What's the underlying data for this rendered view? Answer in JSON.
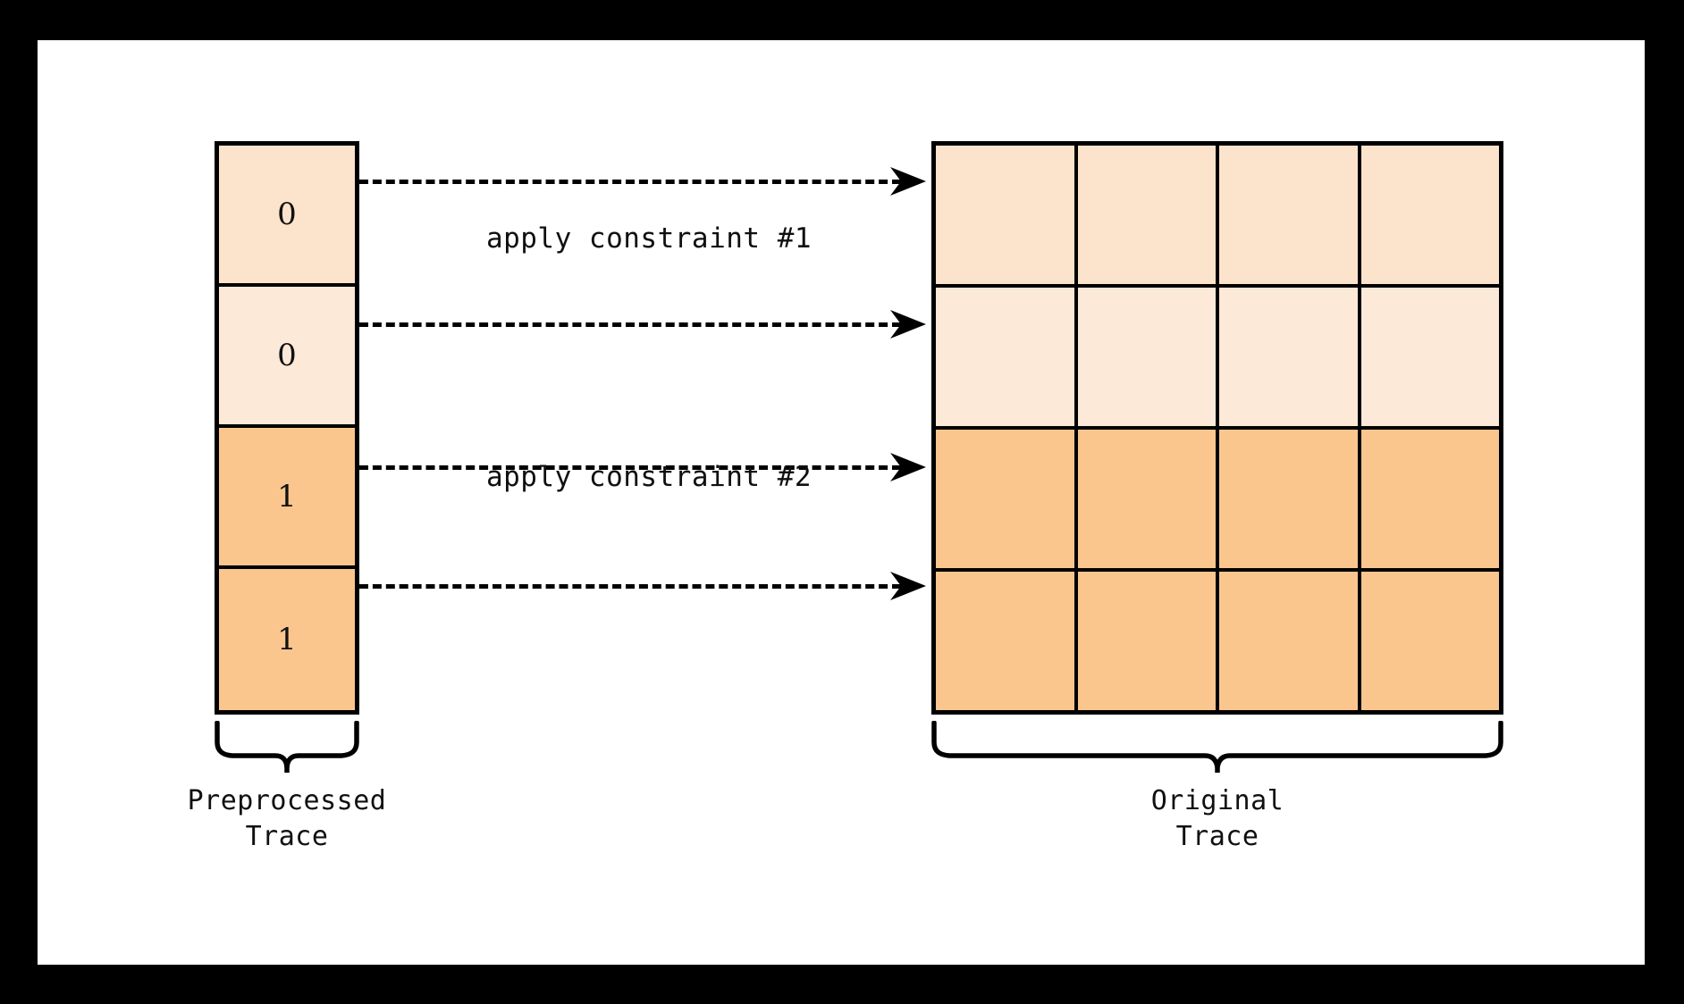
{
  "diagram": {
    "title": "Preprocessed trace to original trace constraint mapping",
    "background_color": "#ffffff",
    "frame_color": "#000000",
    "line_color": "#000000"
  },
  "preprocessed_trace": {
    "caption_line1": "Preprocessed",
    "caption_line2": "Trace",
    "rows": [
      {
        "value": "0",
        "fill": "#FCE3CB"
      },
      {
        "value": "0",
        "fill": "#FDE9D8"
      },
      {
        "value": "1",
        "fill": "#FBC68E"
      },
      {
        "value": "1",
        "fill": "#FBC68E"
      }
    ]
  },
  "original_trace": {
    "caption_line1": "Original",
    "caption_line2": "Trace",
    "columns": 4,
    "rows": [
      {
        "fill": "#FCE3CB",
        "cells": [
          "",
          "",
          "",
          ""
        ]
      },
      {
        "fill": "#FDE9D8",
        "cells": [
          "",
          "",
          "",
          ""
        ]
      },
      {
        "fill": "#FBC68E",
        "cells": [
          "",
          "",
          "",
          ""
        ]
      },
      {
        "fill": "#FBC68E",
        "cells": [
          "",
          "",
          "",
          ""
        ]
      }
    ]
  },
  "arrows": [
    {
      "from_row": 0,
      "to_row": 0,
      "style": "dashed"
    },
    {
      "from_row": 1,
      "to_row": 1,
      "style": "dashed"
    },
    {
      "from_row": 2,
      "to_row": 2,
      "style": "dashed"
    },
    {
      "from_row": 3,
      "to_row": 3,
      "style": "dashed"
    }
  ],
  "constraints": [
    {
      "label": "apply constraint #1"
    },
    {
      "label": "apply constraint #2"
    }
  ]
}
